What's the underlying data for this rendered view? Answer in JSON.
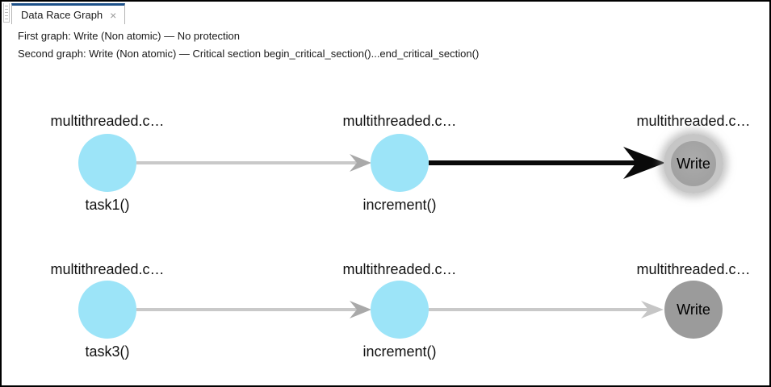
{
  "tab": {
    "title": "Data Race Graph",
    "close_icon": "×"
  },
  "header": {
    "line1": "First graph: Write (Non atomic) — No protection",
    "line2": "Second graph: Write (Non atomic) — Critical section begin_critical_section()...end_critical_section()"
  },
  "colors": {
    "accent": "#1c5089",
    "node-blue": "#9ce4f8",
    "node-gray": "#9b9b9b",
    "selected-gray": "#a1a1a1",
    "ring-gray": "#c6c6c6",
    "edge-gray": "#c9c9c9",
    "arrow-gray": "#a9a9a9",
    "arrow-light": "#c6c6c6",
    "edge-black": "#0a0a0a"
  },
  "graph1": {
    "node1": {
      "file": "multithreaded.c…",
      "func": "task1()"
    },
    "node2": {
      "file": "multithreaded.c…",
      "func": "increment()"
    },
    "node3": {
      "file": "multithreaded.c…",
      "access": "Write"
    }
  },
  "graph2": {
    "node1": {
      "file": "multithreaded.c…",
      "func": "task3()"
    },
    "node2": {
      "file": "multithreaded.c…",
      "func": "increment()"
    },
    "node3": {
      "file": "multithreaded.c…",
      "access": "Write"
    }
  }
}
